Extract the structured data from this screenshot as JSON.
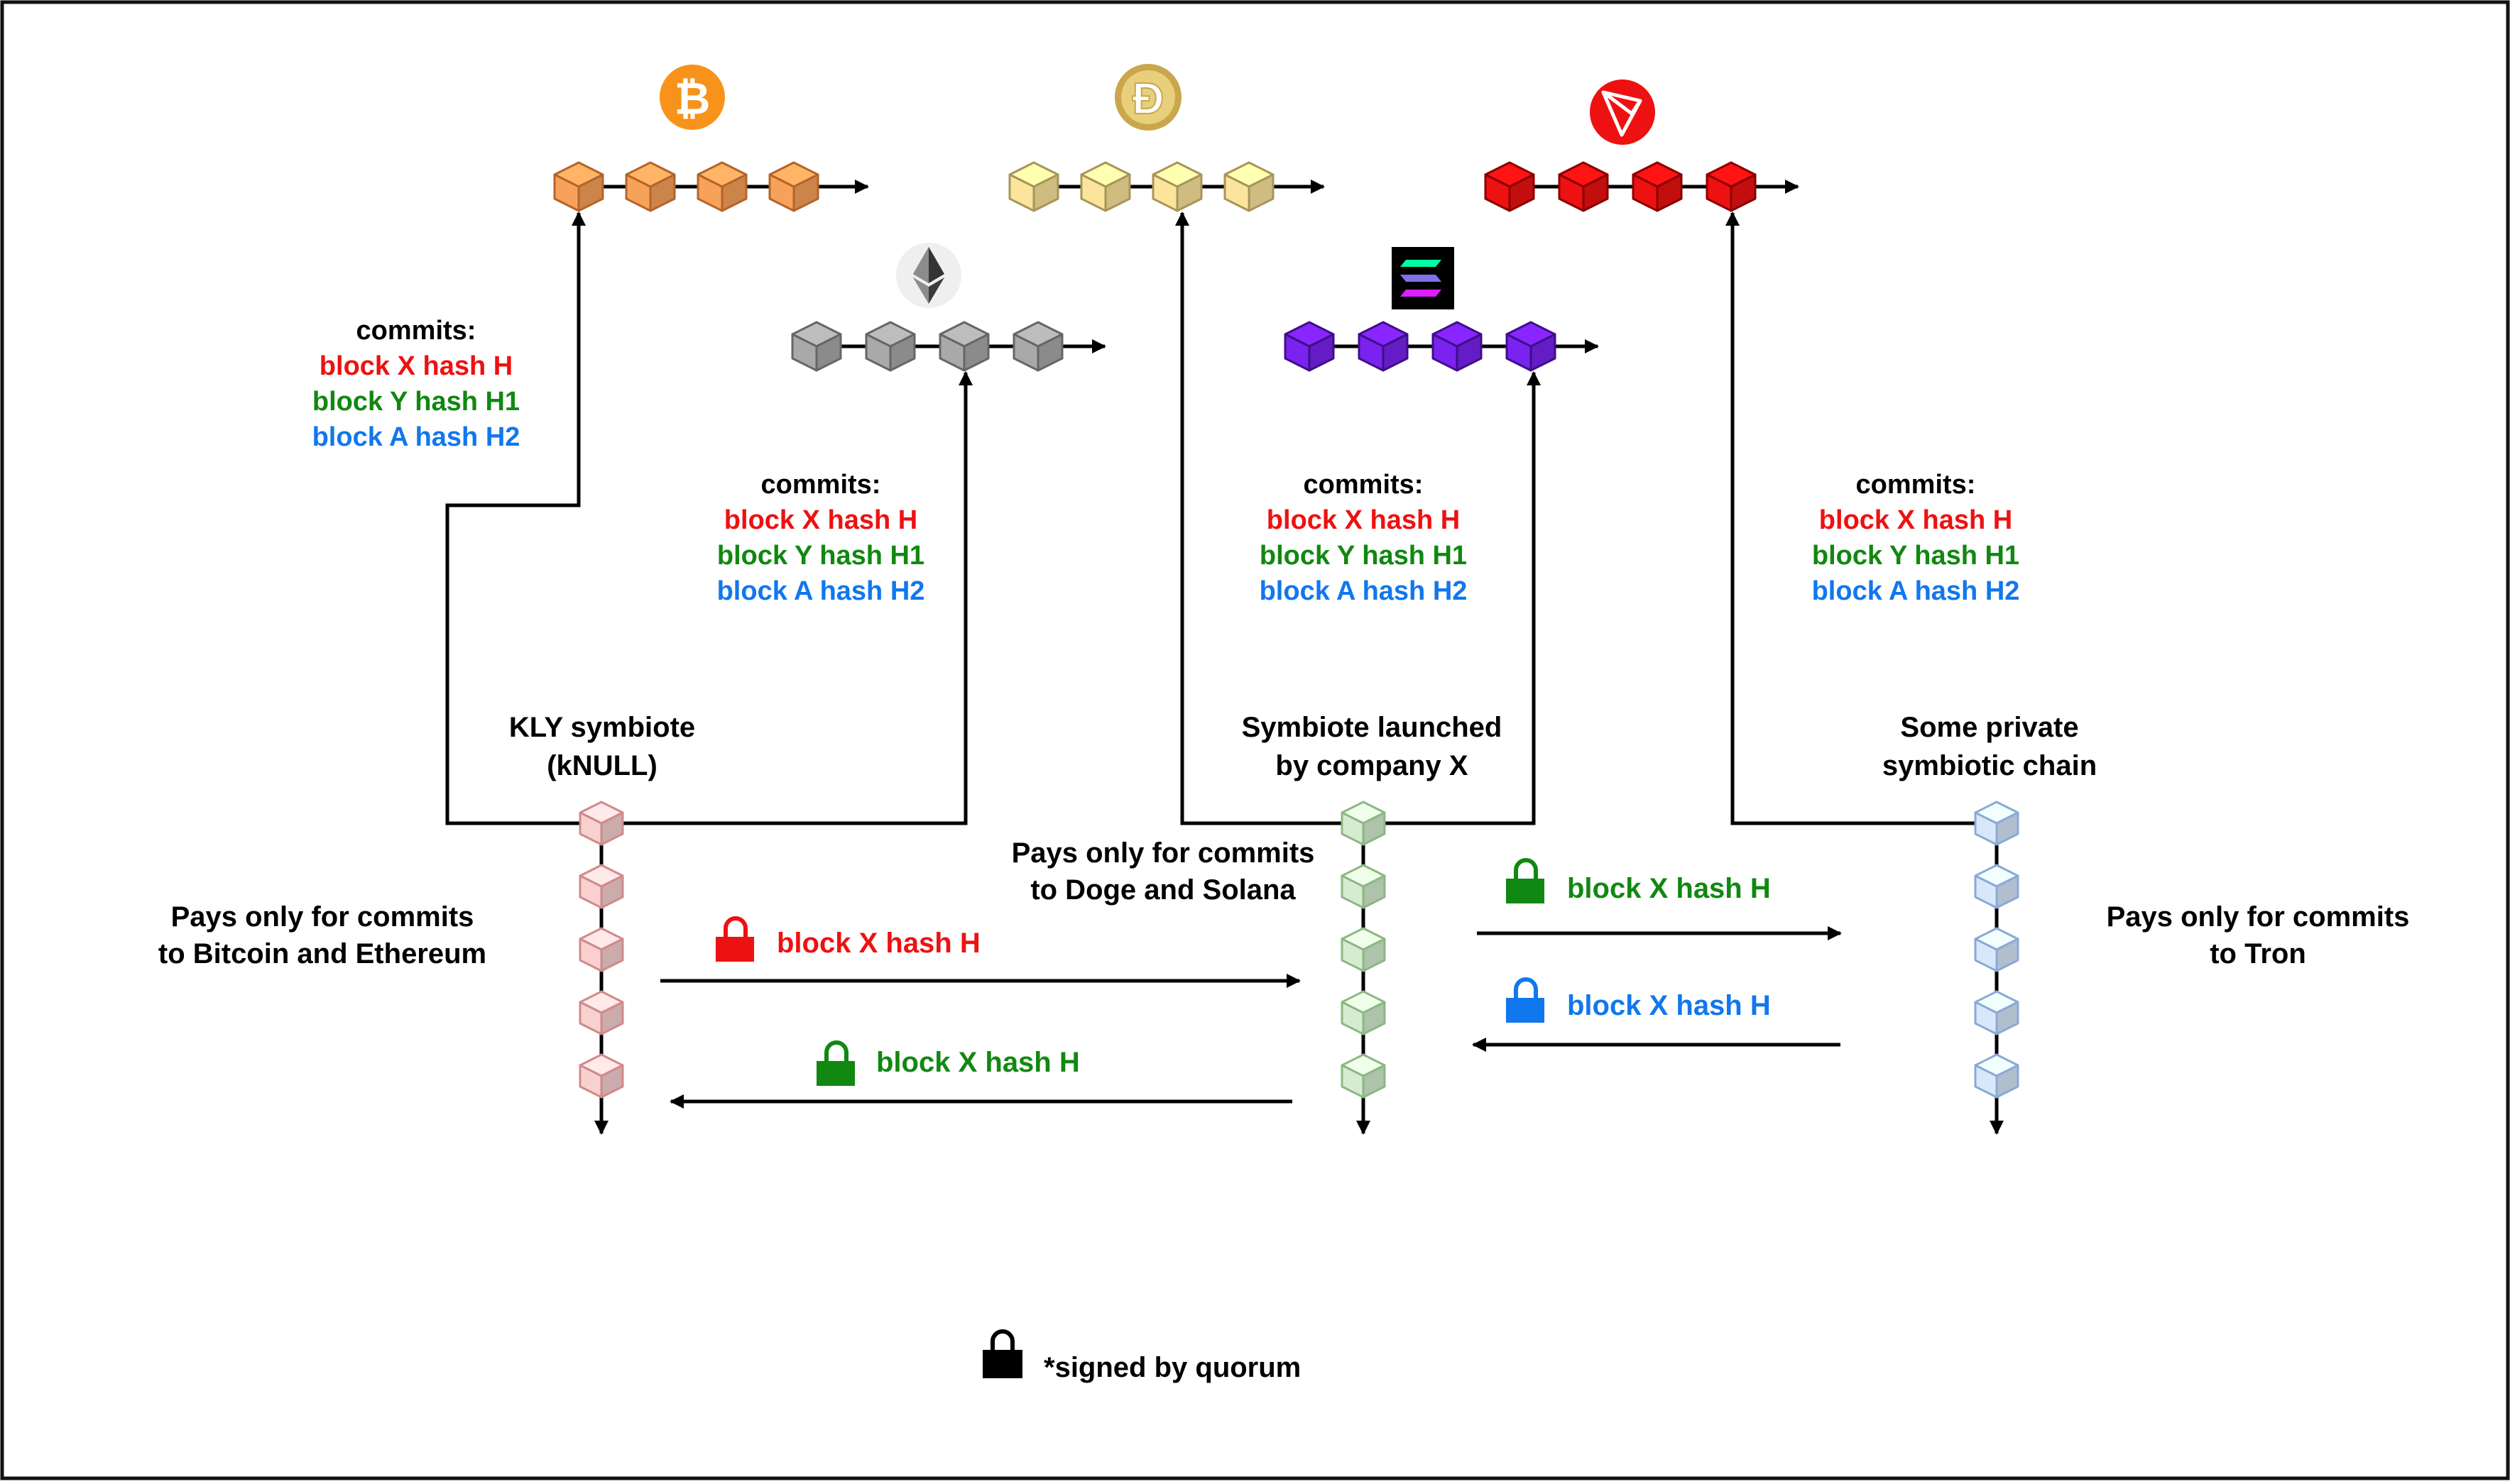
{
  "colors": {
    "red": "#ee1111",
    "green": "#118811",
    "blue": "#1177ee",
    "black": "#000000",
    "frame": "#111111"
  },
  "top_chains": [
    {
      "id": "bitcoin",
      "icon": "bitcoin-icon",
      "color": "#f7a25a",
      "stroke": "#b4642a",
      "glyph": "₿"
    },
    {
      "id": "dogecoin",
      "icon": "dogecoin-icon",
      "color": "#fbe59d",
      "stroke": "#a8955a",
      "glyph": "Ð"
    },
    {
      "id": "tron",
      "icon": "tron-icon",
      "color": "#ee1111",
      "stroke": "#8a0000",
      "glyph": ""
    },
    {
      "id": "ethereum",
      "icon": "ethereum-icon",
      "color": "#a9a9a9",
      "stroke": "#666666",
      "glyph": ""
    },
    {
      "id": "solana",
      "icon": "solana-icon",
      "color": "#7a22f0",
      "stroke": "#3f0e8a",
      "glyph": ""
    }
  ],
  "commit_header": "commits:",
  "commit_lines": {
    "red": "block X hash H",
    "green": "block Y hash H1",
    "blue": "block A hash H2"
  },
  "symbiotes": [
    {
      "id": "kly",
      "title_l1": "KLY symbiote",
      "title_l2": "(kNULL)",
      "pays_l1": "Pays only for commits",
      "pays_l2": "to Bitcoin and Ethereum",
      "color": "#f8d0d0",
      "stroke": "#d08a8a"
    },
    {
      "id": "company-x",
      "title_l1": "Symbiote launched",
      "title_l2": "by company X",
      "pays_l1": "Pays only for commits",
      "pays_l2": "to Doge and Solana",
      "color": "#d6ecd0",
      "stroke": "#8cb784"
    },
    {
      "id": "private",
      "title_l1": "Some private",
      "title_l2": "symbiotic chain",
      "pays_l1": "Pays only for commits",
      "pays_l2": "to Tron",
      "color": "#d8e8fb",
      "stroke": "#8aa9d6"
    }
  ],
  "transfers": [
    {
      "id": "kly-to-x",
      "label": "block X hash H",
      "lock_color": "red"
    },
    {
      "id": "x-to-kly",
      "label": "block X hash H",
      "lock_color": "green"
    },
    {
      "id": "x-to-private",
      "label": "block X hash H",
      "lock_color": "green"
    },
    {
      "id": "private-to-x",
      "label": "block X hash H",
      "lock_color": "blue"
    }
  ],
  "legend": {
    "text": "*signed by quorum"
  }
}
